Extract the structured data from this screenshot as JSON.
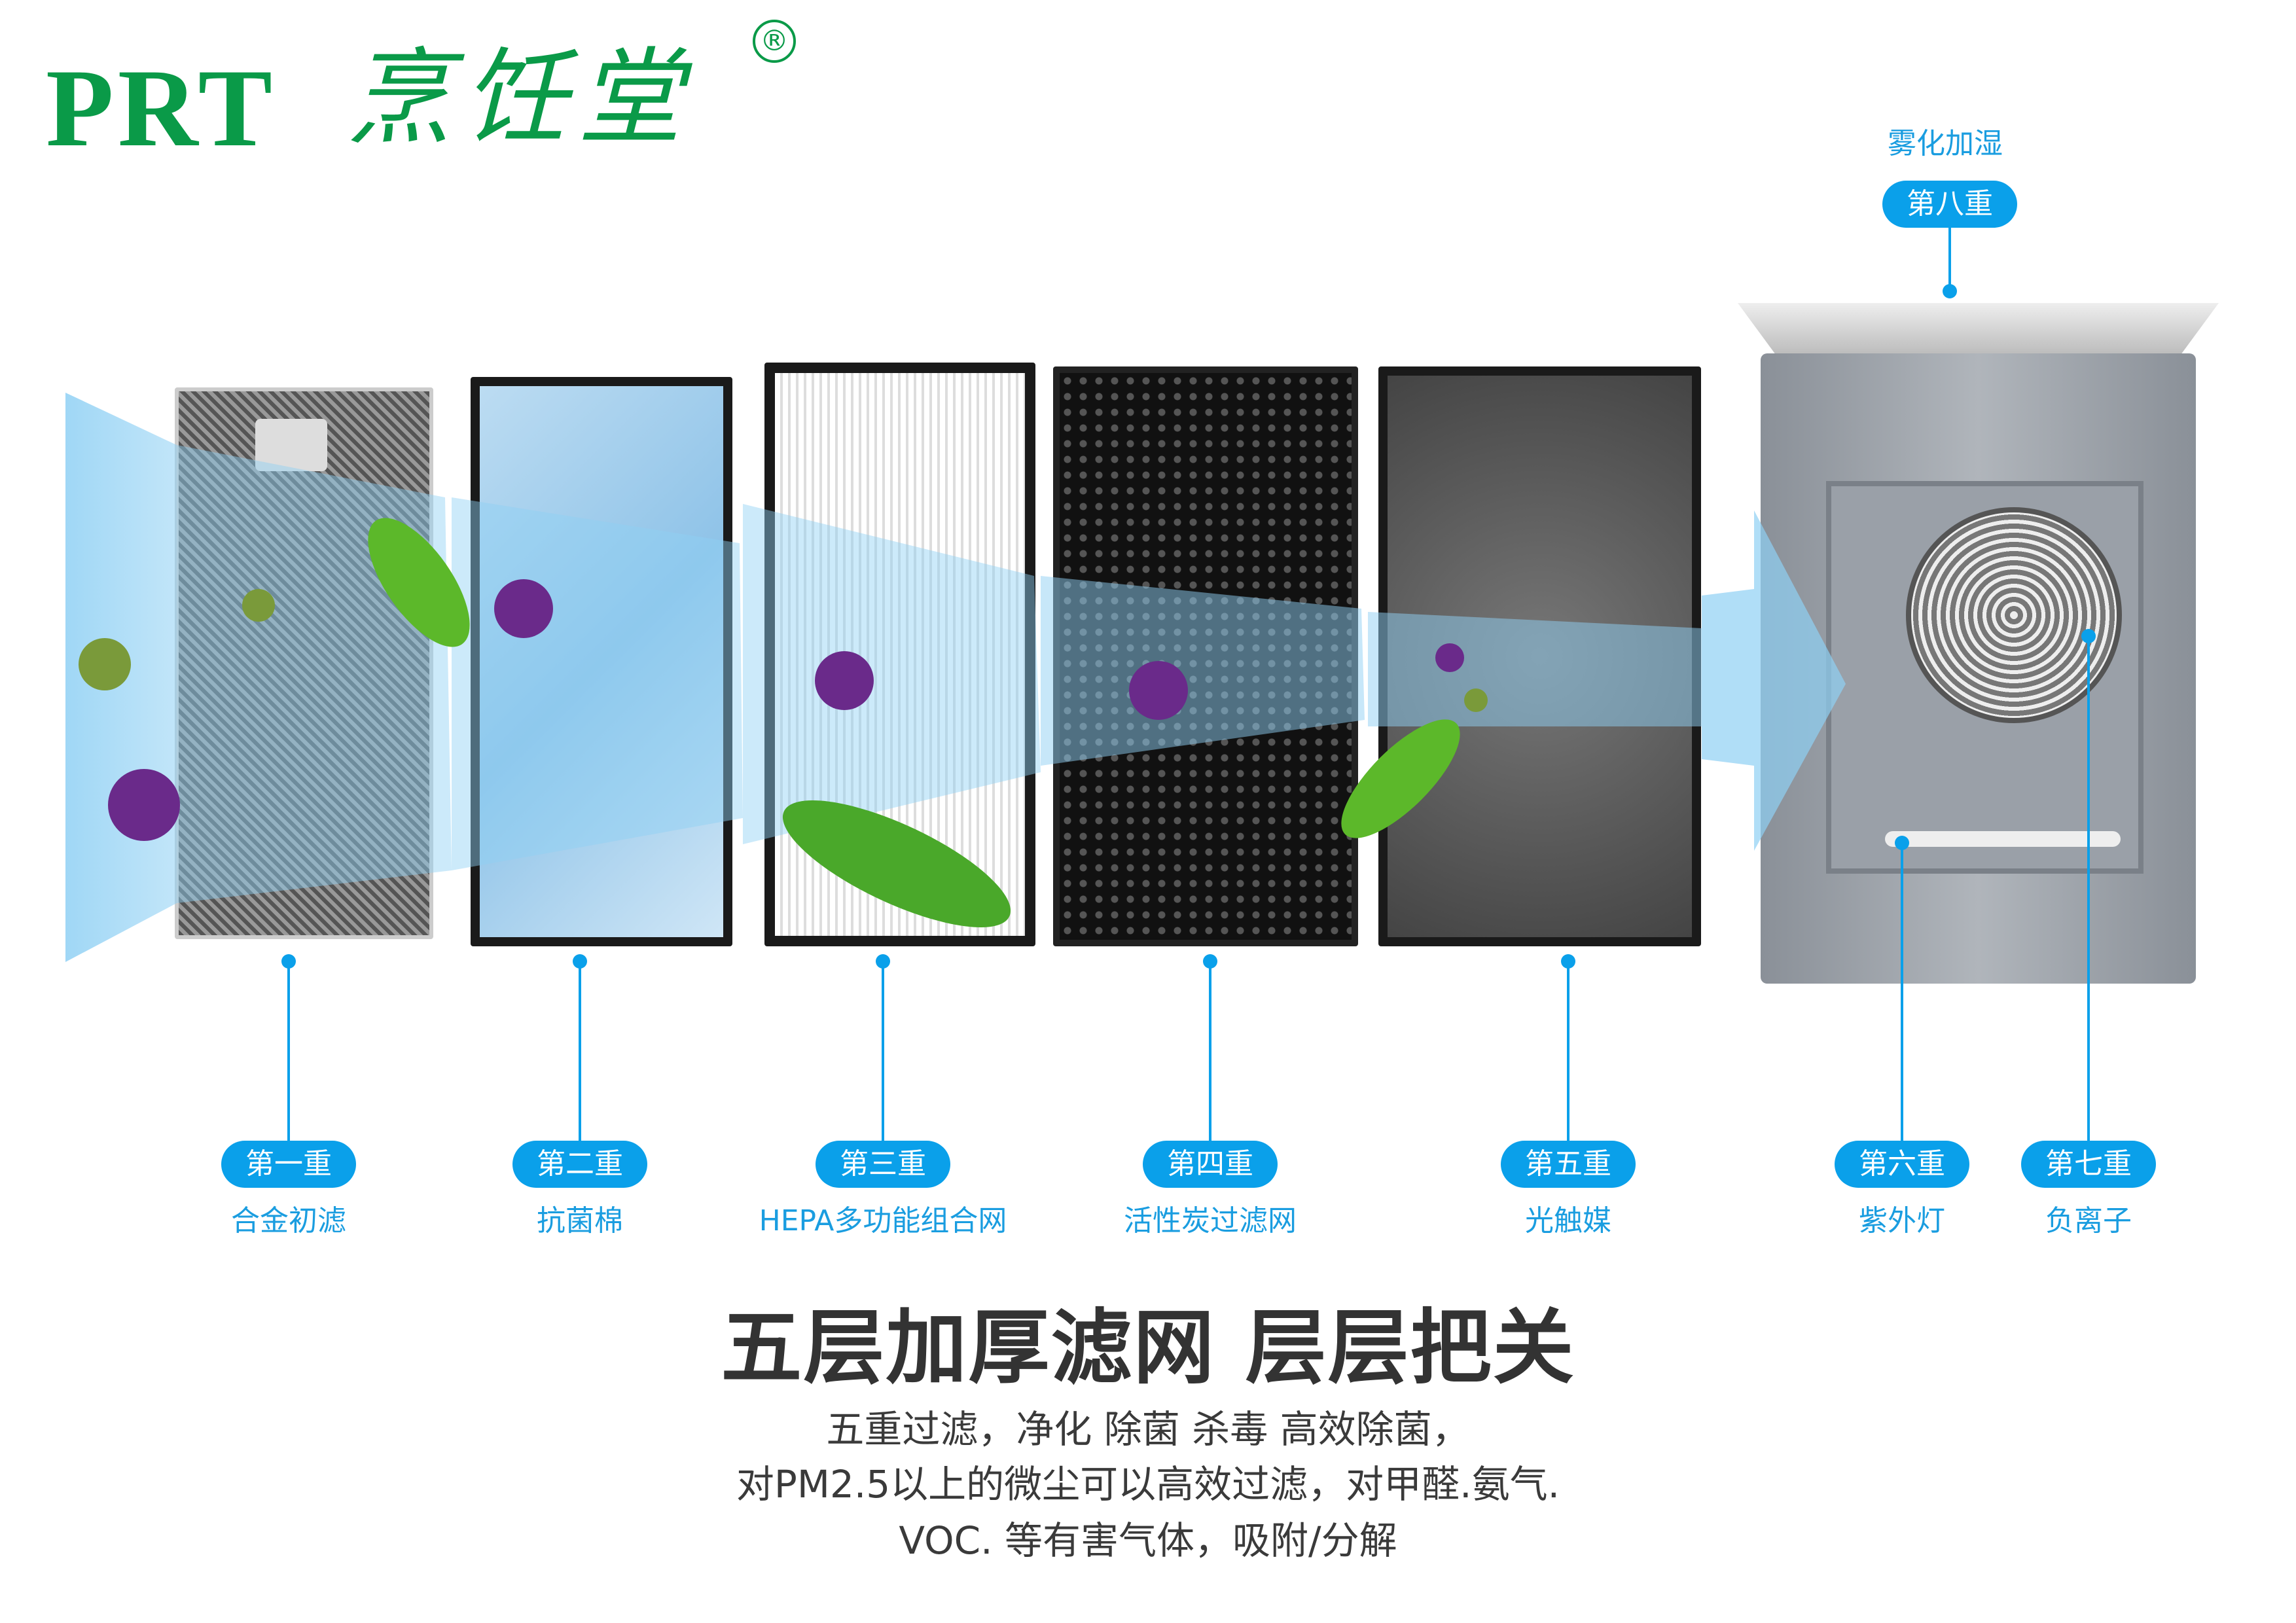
{
  "logo": {
    "brand_en": "PRT",
    "brand_cn": "烹饪堂",
    "registered": "®"
  },
  "top_layer": {
    "caption": "雾化加湿",
    "pill": "第八重"
  },
  "layers": [
    {
      "pill": "第一重",
      "name": "合金初滤"
    },
    {
      "pill": "第二重",
      "name": "抗菌棉"
    },
    {
      "pill": "第三重",
      "name": "HEPA多功能组合网"
    },
    {
      "pill": "第四重",
      "name": "活性炭过滤网"
    },
    {
      "pill": "第五重",
      "name": "光触媒"
    },
    {
      "pill": "第六重",
      "name": "紫外灯"
    },
    {
      "pill": "第七重",
      "name": "负离子"
    }
  ],
  "headline": "五层加厚滤网 层层把关",
  "description": [
    "五重过滤，净化  除菌  杀毒   高效除菌，",
    "对PM2.5以上的微尘可以高效过滤，对甲醛.氨气.",
    "VOC. 等有害气体，吸附/分解"
  ],
  "colors": {
    "accent": "#0aa0ea",
    "brand": "#0a9a48",
    "text": "#333333"
  }
}
